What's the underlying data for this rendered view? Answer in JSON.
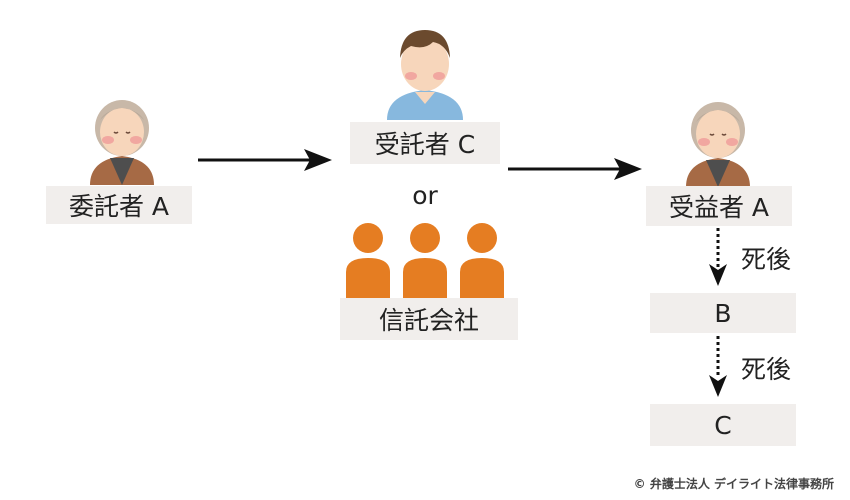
{
  "nodes": {
    "settlor": "委託者 A",
    "trustee": "受託者 C",
    "or_word": "or",
    "trust_company": "信託会社",
    "beneficiary": "受益者 A",
    "successor_b": "B",
    "successor_c": "C"
  },
  "edges": {
    "death_label_1": "死後",
    "death_label_2": "死後"
  },
  "footer": {
    "copyright": "© 弁護士法人 デイライト法律事務所"
  },
  "colors": {
    "box_fill": "#f1eeec",
    "orange": "#e57d22",
    "blue_shirt": "#87b8de",
    "brown_jacket": "#a66a45",
    "skin": "#f7d6bb",
    "cheek": "#f1a7a0"
  },
  "icons": {
    "settlor": "elderly-person-icon",
    "trustee": "man-icon",
    "trust_company": "group-people-icon",
    "beneficiary": "elderly-person-icon"
  }
}
